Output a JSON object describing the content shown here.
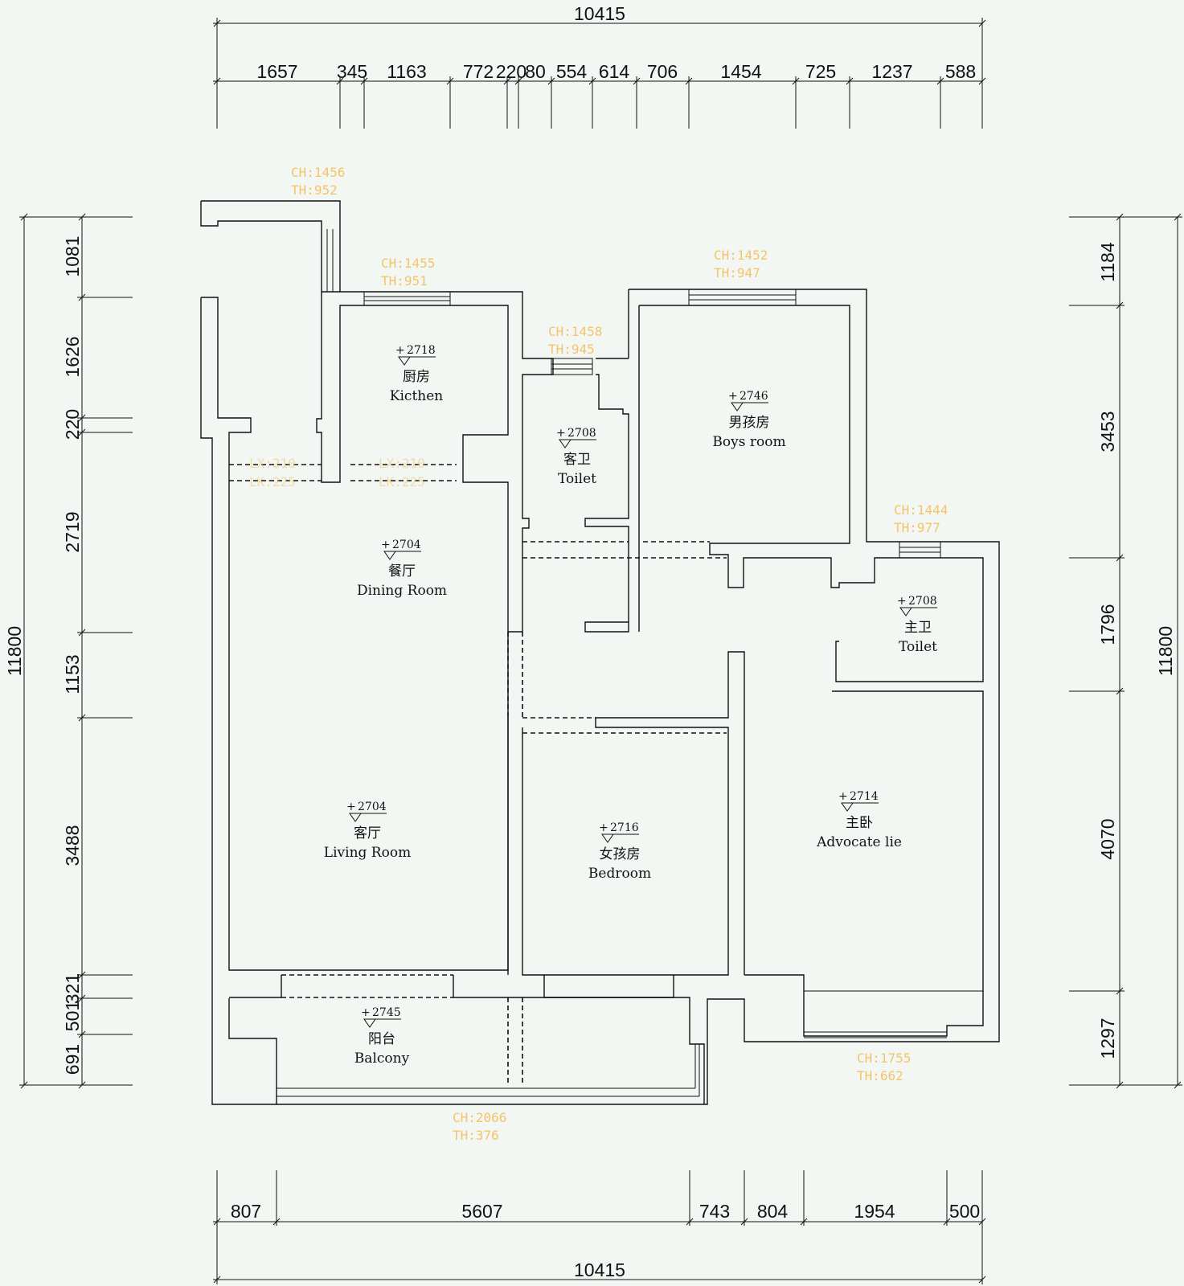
{
  "dimensions": {
    "top_total": "10415",
    "bottom_total": "10415",
    "left_total": "11800",
    "right_total": "11800",
    "top": [
      "1657",
      "345",
      "1163",
      "772",
      "220",
      "80",
      "554",
      "614",
      "706",
      "1454",
      "725",
      "1237",
      "588"
    ],
    "bottom": [
      "807",
      "5607",
      "743",
      "804",
      "1954",
      "500"
    ],
    "left": [
      "1081",
      "1626",
      "220",
      "2719",
      "1153",
      "3488",
      "321",
      "501",
      "691"
    ],
    "right": [
      "1184",
      "3453",
      "1796",
      "4070",
      "1297"
    ]
  },
  "rooms": [
    {
      "level": "2718",
      "cn": "厨房",
      "en": "Kicthen"
    },
    {
      "level": "2708",
      "cn": "客卫",
      "en": "Toilet"
    },
    {
      "level": "2746",
      "cn": "男孩房",
      "en": "Boys room"
    },
    {
      "level": "2704",
      "cn": "餐厅",
      "en": "Dining Room"
    },
    {
      "level": "2708",
      "cn": "主卫",
      "en": "Toilet"
    },
    {
      "level": "2704",
      "cn": "客厅",
      "en": "Living Room"
    },
    {
      "level": "2716",
      "cn": "女孩房",
      "en": "Bedroom"
    },
    {
      "level": "2714",
      "cn": "主卧",
      "en": "Advocate lie"
    },
    {
      "level": "2745",
      "cn": "阳台",
      "en": "Balcony"
    }
  ],
  "window_notes": [
    {
      "ch": "CH:1456",
      "th": "TH:952"
    },
    {
      "ch": "CH:1455",
      "th": "TH:951"
    },
    {
      "ch": "CH:1452",
      "th": "TH:947"
    },
    {
      "ch": "CH:1458",
      "th": "TH:945"
    },
    {
      "ch": "CH:1444",
      "th": "TH:977"
    },
    {
      "ch": "CH:1755",
      "th": "TH:662"
    },
    {
      "ch": "CH:2066",
      "th": "TH:376"
    }
  ],
  "beam_notes": [
    {
      "a": "LX:210",
      "b": "LK:225"
    },
    {
      "a": "LX:210",
      "b": "LK:225"
    }
  ],
  "colors": {
    "background": "#f2f7f3",
    "line": "#111111",
    "annotation": "#f5c46a"
  }
}
